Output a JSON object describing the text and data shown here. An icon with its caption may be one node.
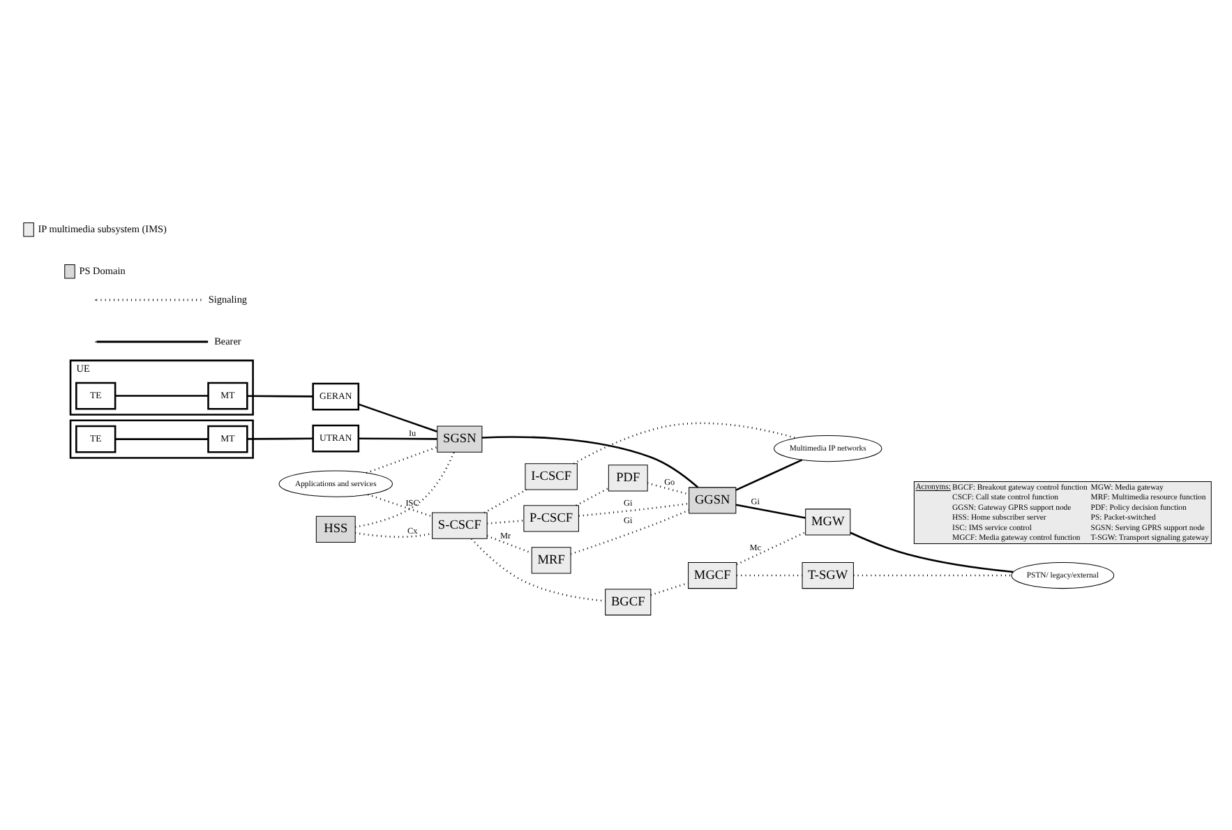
{
  "diagram": {
    "nodes": [
      {
        "text": [
          "Applications and services"
        ]
      },
      {
        "text": [
          "I-CSCF"
        ]
      },
      {
        "text": [
          "S-CSCF"
        ]
      },
      {
        "text": [
          "HSS"
        ]
      },
      {
        "text": [
          "BGCF"
        ]
      },
      {
        "text": [
          "Multimedia IP networks"
        ]
      },
      {
        "text": [
          "P-CSCF"
        ]
      },
      {
        "text": [
          "MGCF"
        ]
      },
      {
        "text": [
          "T-SGW"
        ]
      },
      {
        "text": [
          "PDF"
        ]
      },
      {
        "text": [
          "MRF"
        ]
      },
      {
        "text": [
          "UE"
        ]
      },
      {
        "text": [
          "TE"
        ],
        "in": 11
      },
      {
        "text": [
          "MT"
        ],
        "in": 11
      },
      {
        "text": [
          "GERAN"
        ]
      },
      {
        "text": [
          "SGSN"
        ]
      },
      {
        "text": [
          "GGSN"
        ]
      },
      {
        "text": [
          "MGW"
        ]
      },
      {
        "text": [],
        "shape": "box"
      },
      {
        "text": [
          "TE"
        ],
        "in": 18
      },
      {
        "text": [
          "MT"
        ],
        "in": 18
      },
      {
        "text": [
          "UTRAN"
        ]
      },
      {
        "text": [
          "PSTN/ legacy/external"
        ]
      }
    ],
    "edges": [
      {
        "from": 0,
        "to": 2,
        "arrow": "none",
        "style": "dashed",
        "label": "ISC"
      },
      {
        "from": 0,
        "to": 15,
        "arrow": "none",
        "style": "dashed"
      },
      {
        "from": 3,
        "to": 2,
        "arrow": "none",
        "style": "dashed",
        "label": "Cx"
      },
      {
        "from": 3,
        "to": 15,
        "arrow": "none",
        "style": "dashed"
      },
      {
        "from": 2,
        "to": 1,
        "arrow": "none",
        "style": "dashed"
      },
      {
        "from": 2,
        "to": 4,
        "arrow": "none",
        "style": "dashed"
      },
      {
        "from": 2,
        "to": 6,
        "arrow": "none",
        "style": "dashed"
      },
      {
        "from": 2,
        "to": 10,
        "arrow": "none",
        "style": "dashed",
        "label": "Mr"
      },
      {
        "from": 1,
        "to": 5,
        "arrow": "none",
        "style": "dashed"
      },
      {
        "from": 4,
        "to": 7,
        "arrow": "none",
        "style": "dashed"
      },
      {
        "from": 7,
        "to": 8,
        "arrow": "none",
        "style": "dashed"
      },
      {
        "from": 7,
        "to": 17,
        "arrow": "none",
        "style": "dashed",
        "label": "Mc"
      },
      {
        "from": 8,
        "to": 22,
        "arrow": "none",
        "style": "dashed"
      },
      {
        "from": 6,
        "to": 16,
        "arrow": "none",
        "style": "dashed",
        "label": "Gi"
      },
      {
        "from": 6,
        "to": 9,
        "arrow": "none",
        "style": "dashed"
      },
      {
        "from": 9,
        "to": 16,
        "arrow": "none",
        "style": "dashed",
        "label": "Go"
      },
      {
        "from": 10,
        "to": 16,
        "arrow": "none",
        "style": "dashed",
        "label": "Gi"
      },
      {
        "from": 16,
        "to": 5,
        "arrow": "none"
      },
      {
        "from": 16,
        "to": 17,
        "arrow": "none",
        "label": "Gi"
      },
      {
        "from": 15,
        "to": 16,
        "arrow": "none"
      },
      {
        "from": 12,
        "to": 13,
        "arrow": "none"
      },
      {
        "from": 13,
        "to": 14,
        "arrow": "none"
      },
      {
        "from": 14,
        "to": 15,
        "arrow": "none"
      },
      {
        "from": 19,
        "to": 20,
        "arrow": "none"
      },
      {
        "from": 20,
        "to": 21,
        "arrow": "none"
      },
      {
        "from": 21,
        "to": 15,
        "arrow": "none",
        "label": "Iu"
      },
      {
        "from": 17,
        "to": 22,
        "arrow": "none"
      }
    ],
    "legend": [
      {
        "text": "Bearer"
      },
      {
        "text": "Signaling"
      },
      {
        "text": "PS Domain",
        "color": "#d9d9d9"
      },
      {
        "text": "IP multimedia subsystem (IMS)",
        "color": "#ececec"
      }
    ],
    "labels": [
      "Acronyms:",
      "BGCF: Breakout gateway control function",
      "MGW: Media gateway",
      "CSCF: Call state control function",
      "MRF: Multimedia resource function",
      "GGSN: Gateway GPRS support node",
      "PDF: Policy decision function",
      "HSS: Home subscriber server",
      "PS: Packet-switched",
      "ISC: IMS service control",
      "SGSN: Serving GPRS support node",
      "MGCF: Media gateway control function",
      "T-SGW: Transport signaling gateway"
    ]
  }
}
